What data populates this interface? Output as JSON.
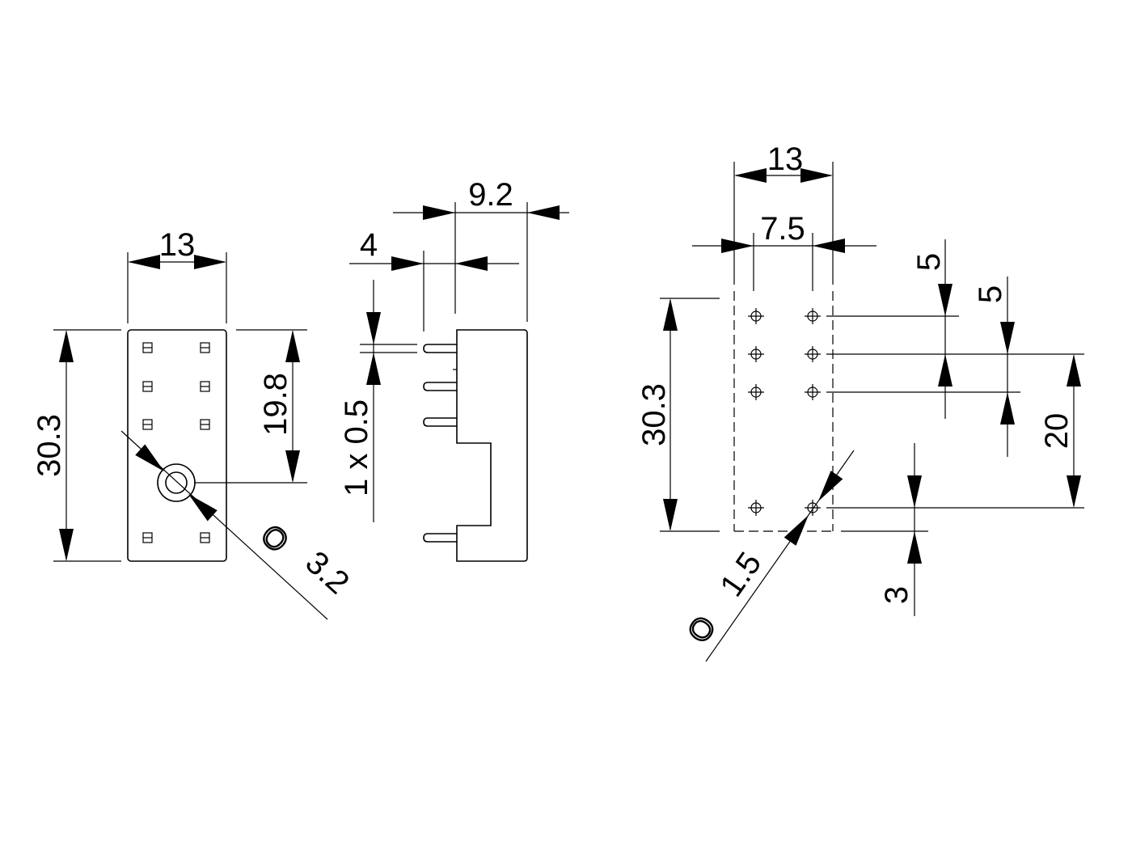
{
  "colors": {
    "line": "#000000",
    "background": "#ffffff"
  },
  "front_view": {
    "width": "13",
    "height": "30.3",
    "center_offset": "19.8",
    "hole_diameter": "3.2"
  },
  "side_view": {
    "overall_depth": "9.2",
    "pin_length": "4",
    "pin_section": "1 x 0.5"
  },
  "pcb_layout": {
    "width": "13",
    "pin_row_spacing": "7.5",
    "height": "30.3",
    "pitch_a": "5",
    "pitch_b": "5",
    "span": "20",
    "edge_offset": "3",
    "hole_diameter": "1.5"
  },
  "symbols": {
    "diameter": "O"
  }
}
